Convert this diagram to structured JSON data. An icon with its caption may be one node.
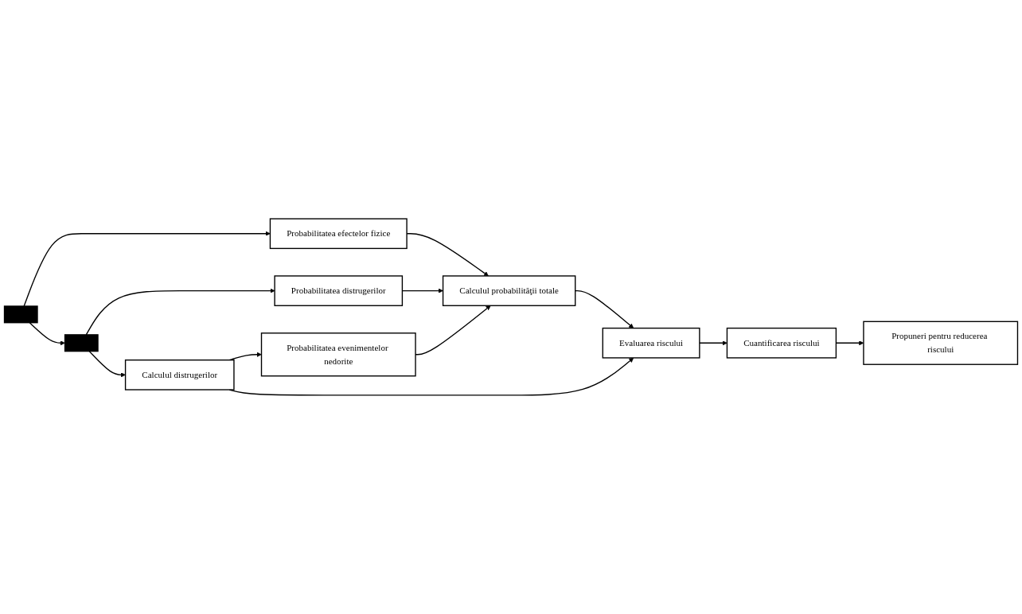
{
  "diagram": {
    "nodes": [
      {
        "text": [],
        "shape": "box"
      },
      {
        "text": [
          "Probabilitatea efectelor fizice"
        ]
      },
      {
        "text": [],
        "shape": "box"
      },
      {
        "text": [
          "Probabilitatea distrugerilor"
        ]
      },
      {
        "text": [
          "Calculul probabilităţii totale"
        ]
      },
      {
        "text": [
          "Calculul distrugerilor"
        ]
      },
      {
        "text": [
          "Probabilitatea evenimentelor nedorite"
        ]
      },
      {
        "text": [
          "Evaluarea riscului"
        ]
      },
      {
        "text": [
          "Cuantificarea riscului"
        ]
      },
      {
        "text": [
          "Propuneri pentru reducerea riscului"
        ]
      }
    ],
    "edges": [
      {
        "from": 0,
        "to": 1,
        "arrow": "to"
      },
      {
        "from": 0,
        "to": 2,
        "arrow": "to"
      },
      {
        "from": 2,
        "to": 3,
        "arrow": "to"
      },
      {
        "from": 2,
        "to": 5,
        "arrow": "to"
      },
      {
        "from": 5,
        "to": 6,
        "arrow": "to"
      },
      {
        "from": 1,
        "to": 4,
        "arrow": "to"
      },
      {
        "from": 3,
        "to": 4,
        "arrow": "to"
      },
      {
        "from": 6,
        "to": 4,
        "arrow": "to"
      },
      {
        "from": 5,
        "to": 7,
        "arrow": "to"
      },
      {
        "from": 4,
        "to": 7,
        "arrow": "to"
      },
      {
        "from": 7,
        "to": 8,
        "arrow": "to"
      },
      {
        "from": 8,
        "to": 9,
        "arrow": "to"
      }
    ]
  }
}
